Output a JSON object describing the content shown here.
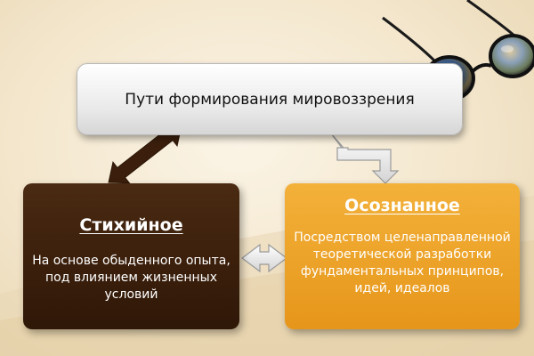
{
  "diagram": {
    "top_box": {
      "text": "Пути формирования мировоззрения"
    },
    "left_box": {
      "title": "Стихийное",
      "description": "На основе обыденного опыта, под влиянием жизненных условий"
    },
    "right_box": {
      "title": "Осознанное",
      "description": "Посредством целенаправленной теоретической разработки фундаментальных принципов, идей, идеалов"
    }
  },
  "colors": {
    "left_box": "#3a1e0b",
    "right_box": "#eea52c",
    "top_box": "#eeeeee",
    "dark_arrow": "#3b1f0c"
  },
  "icons": [
    "eyeglasses-icon",
    "double-arrow-icon"
  ]
}
